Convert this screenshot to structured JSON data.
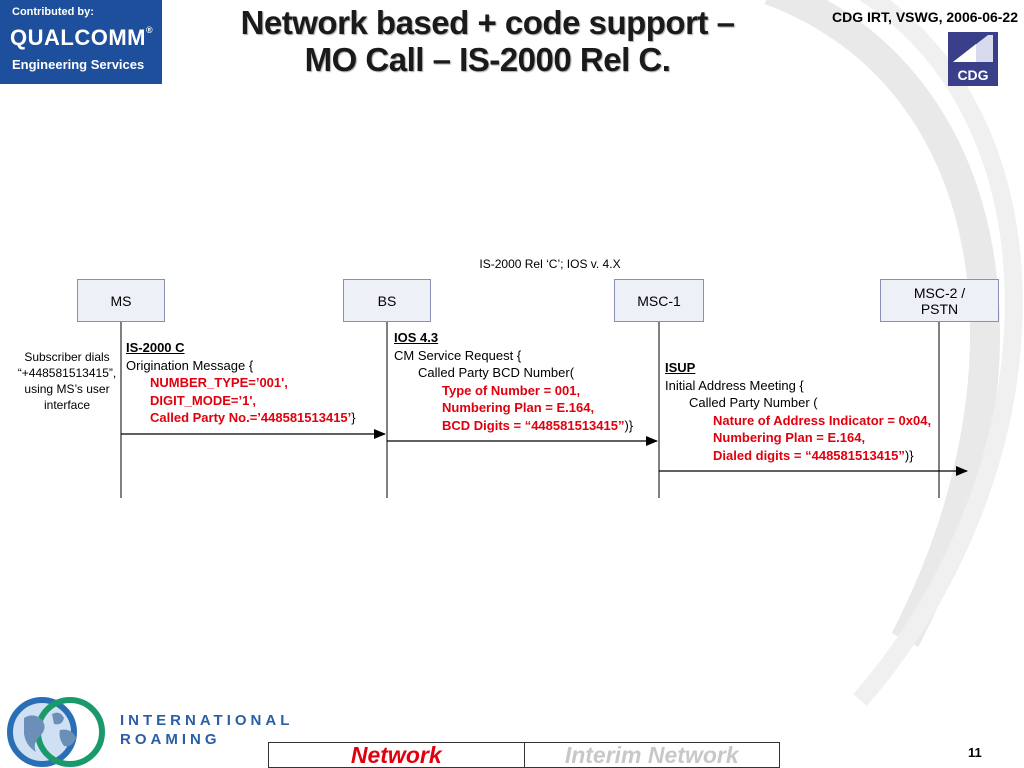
{
  "header": {
    "contributed_by": "Contributed by:",
    "company_logo_text": "QUALCOMM",
    "registered_mark": "®",
    "department": "Engineering Services",
    "title_line1": "Network based + code support –",
    "title_line2": "MO Call – IS-2000 Rel C.",
    "date": "CDG IRT, VSWG, 2006-06-22",
    "cdg_logo_text": "CDG"
  },
  "diagram": {
    "version_label": "IS-2000 Rel ‘C’; IOS v. 4.X",
    "entities": [
      {
        "label": "MS"
      },
      {
        "label": "BS"
      },
      {
        "label": "MSC-1"
      },
      {
        "label": "MSC-2 / PSTN"
      }
    ],
    "subscriber_note": "Subscriber dials “+448581513415”, using MS’s user interface",
    "messages": [
      {
        "protocol": "IS-2000 C",
        "name": "Origination Message {",
        "params": [
          "NUMBER_TYPE=’001',",
          "DIGIT_MODE=’1',",
          "Called Party No.=’448581513415’"
        ],
        "closing": "}"
      },
      {
        "protocol": "IOS 4.3",
        "name": "CM Service Request {",
        "sub": "Called Party BCD Number(",
        "params": [
          "Type of Number = 001,",
          "Numbering Plan = E.164,",
          "BCD Digits = “448581513415”"
        ],
        "closing": ")}"
      },
      {
        "protocol": "ISUP",
        "name": "Initial Address Meeting {",
        "sub": "Called Party Number (",
        "params": [
          "Nature of Address Indicator = 0x04,",
          "Numbering Plan = E.164,",
          "Dialed digits = “448581513415”"
        ],
        "closing": ")}"
      }
    ]
  },
  "footer": {
    "roaming_line1": "INTERNATIONAL",
    "roaming_line2": "ROAMING",
    "status_active": "Network",
    "status_inactive": "Interim Network",
    "page_number": "11"
  },
  "colors": {
    "brand_blue": "#1e4f9c",
    "highlight_red": "#e0000e",
    "entity_fill": "#eef0f8",
    "roaming_blue": "#2a5fa5",
    "roaming_green": "#1a9a6b"
  }
}
